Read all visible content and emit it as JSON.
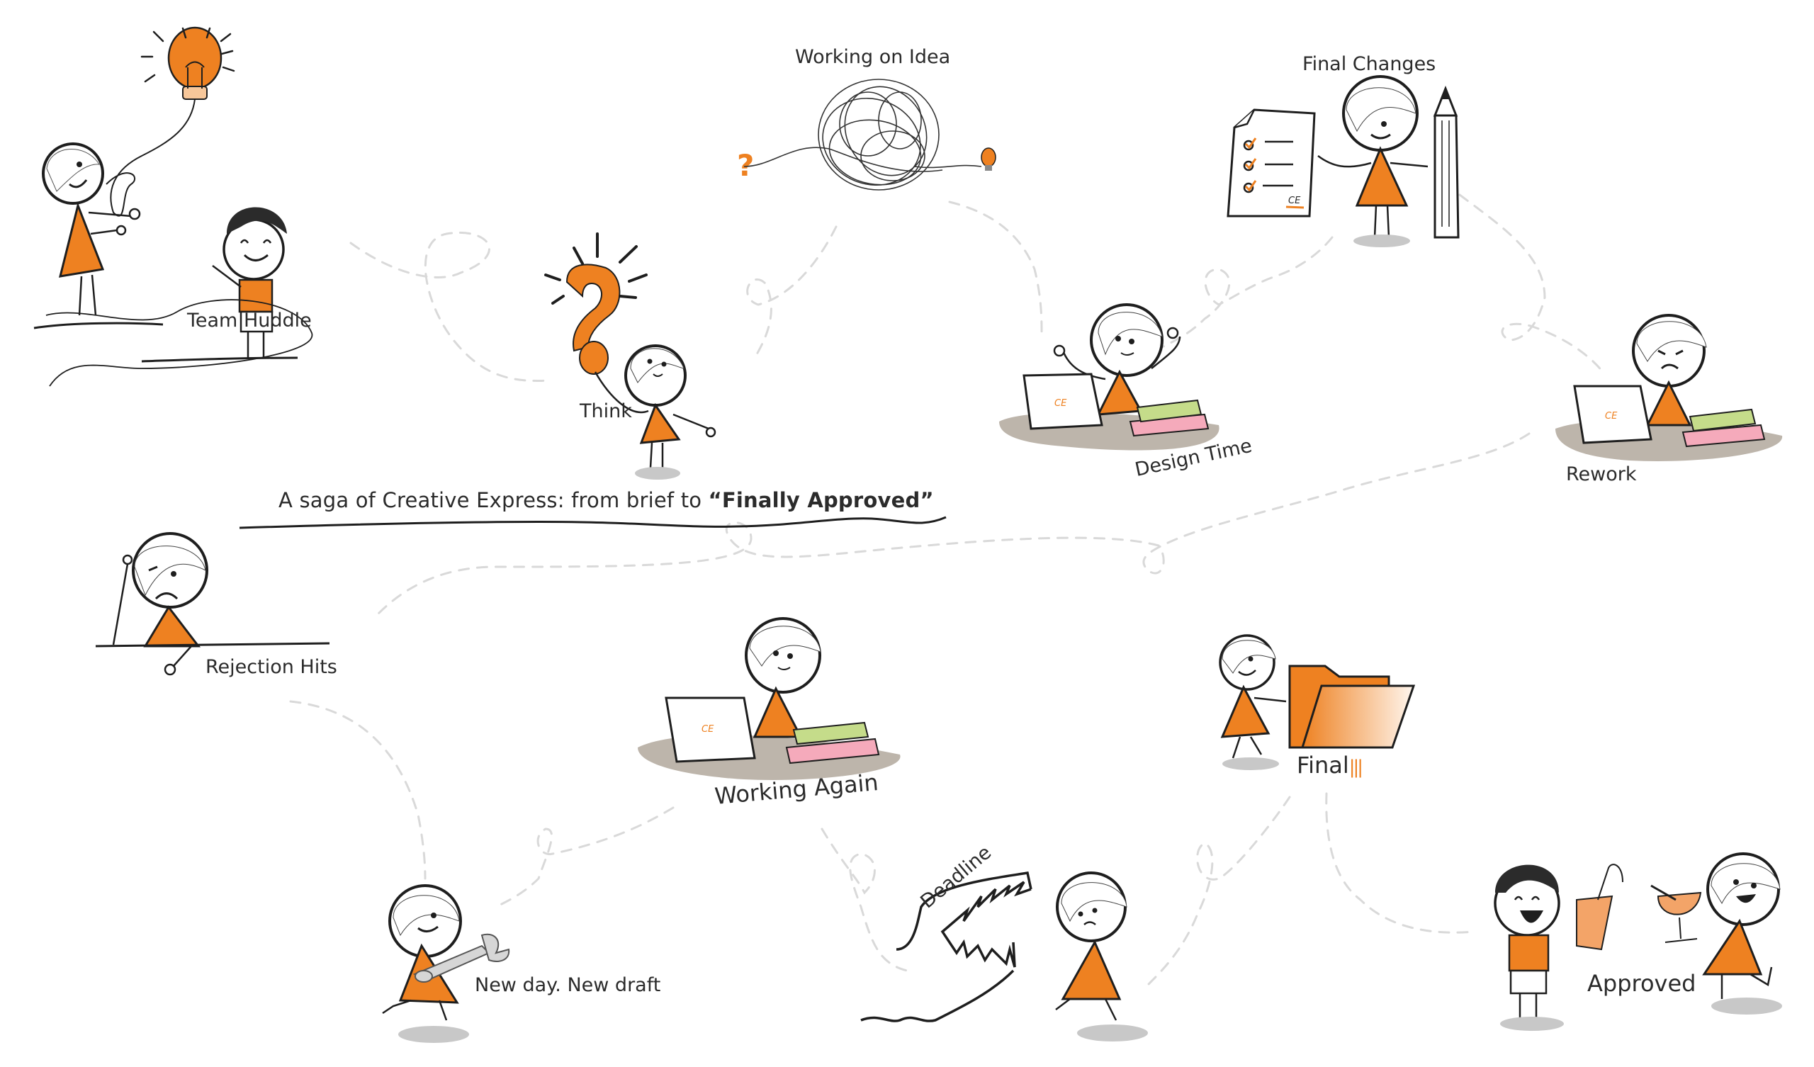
{
  "title": {
    "prefix": "A saga of Creative Express: from brief to ",
    "emphasis": "“Finally Approved”"
  },
  "colors": {
    "accent": "#ee8121",
    "ink": "#1e1e1e",
    "path": "#d9d9d9",
    "shadow": "#c8c8c8",
    "desk": "#bdb5ab",
    "book_green": "#c5dc8a",
    "book_pink": "#f5aabb"
  },
  "stages": [
    {
      "id": "team-huddle",
      "label": "Team Huddle",
      "icon": "lightbulb-balloon-icon"
    },
    {
      "id": "think",
      "label": "Think",
      "icon": "question-mark-icon"
    },
    {
      "id": "working-on-idea",
      "label": "Working on Idea",
      "icon": "tangled-scribble-icon"
    },
    {
      "id": "design-time",
      "label": "Design Time",
      "icon": "laptop-icon"
    },
    {
      "id": "final-changes",
      "label": "Final Changes",
      "icon": "checklist-pencil-icon"
    },
    {
      "id": "rework",
      "label": "Rework",
      "icon": "laptop-icon"
    },
    {
      "id": "rejection-hits",
      "label": "Rejection Hits",
      "icon": "sad-face-icon"
    },
    {
      "id": "working-again",
      "label": "Working Again",
      "icon": "laptop-icon"
    },
    {
      "id": "final",
      "label": "Final",
      "icon": "folder-icon"
    },
    {
      "id": "new-draft",
      "label": "New day. New draft",
      "icon": "wrench-icon"
    },
    {
      "id": "deadline",
      "label": "Deadline",
      "icon": "shark-jaw-icon"
    },
    {
      "id": "approved",
      "label": "Approved",
      "icon": "cheers-drinks-icon"
    }
  ],
  "laptop_logo": "CE",
  "document_signature": "CE",
  "final_suffix": "|||"
}
